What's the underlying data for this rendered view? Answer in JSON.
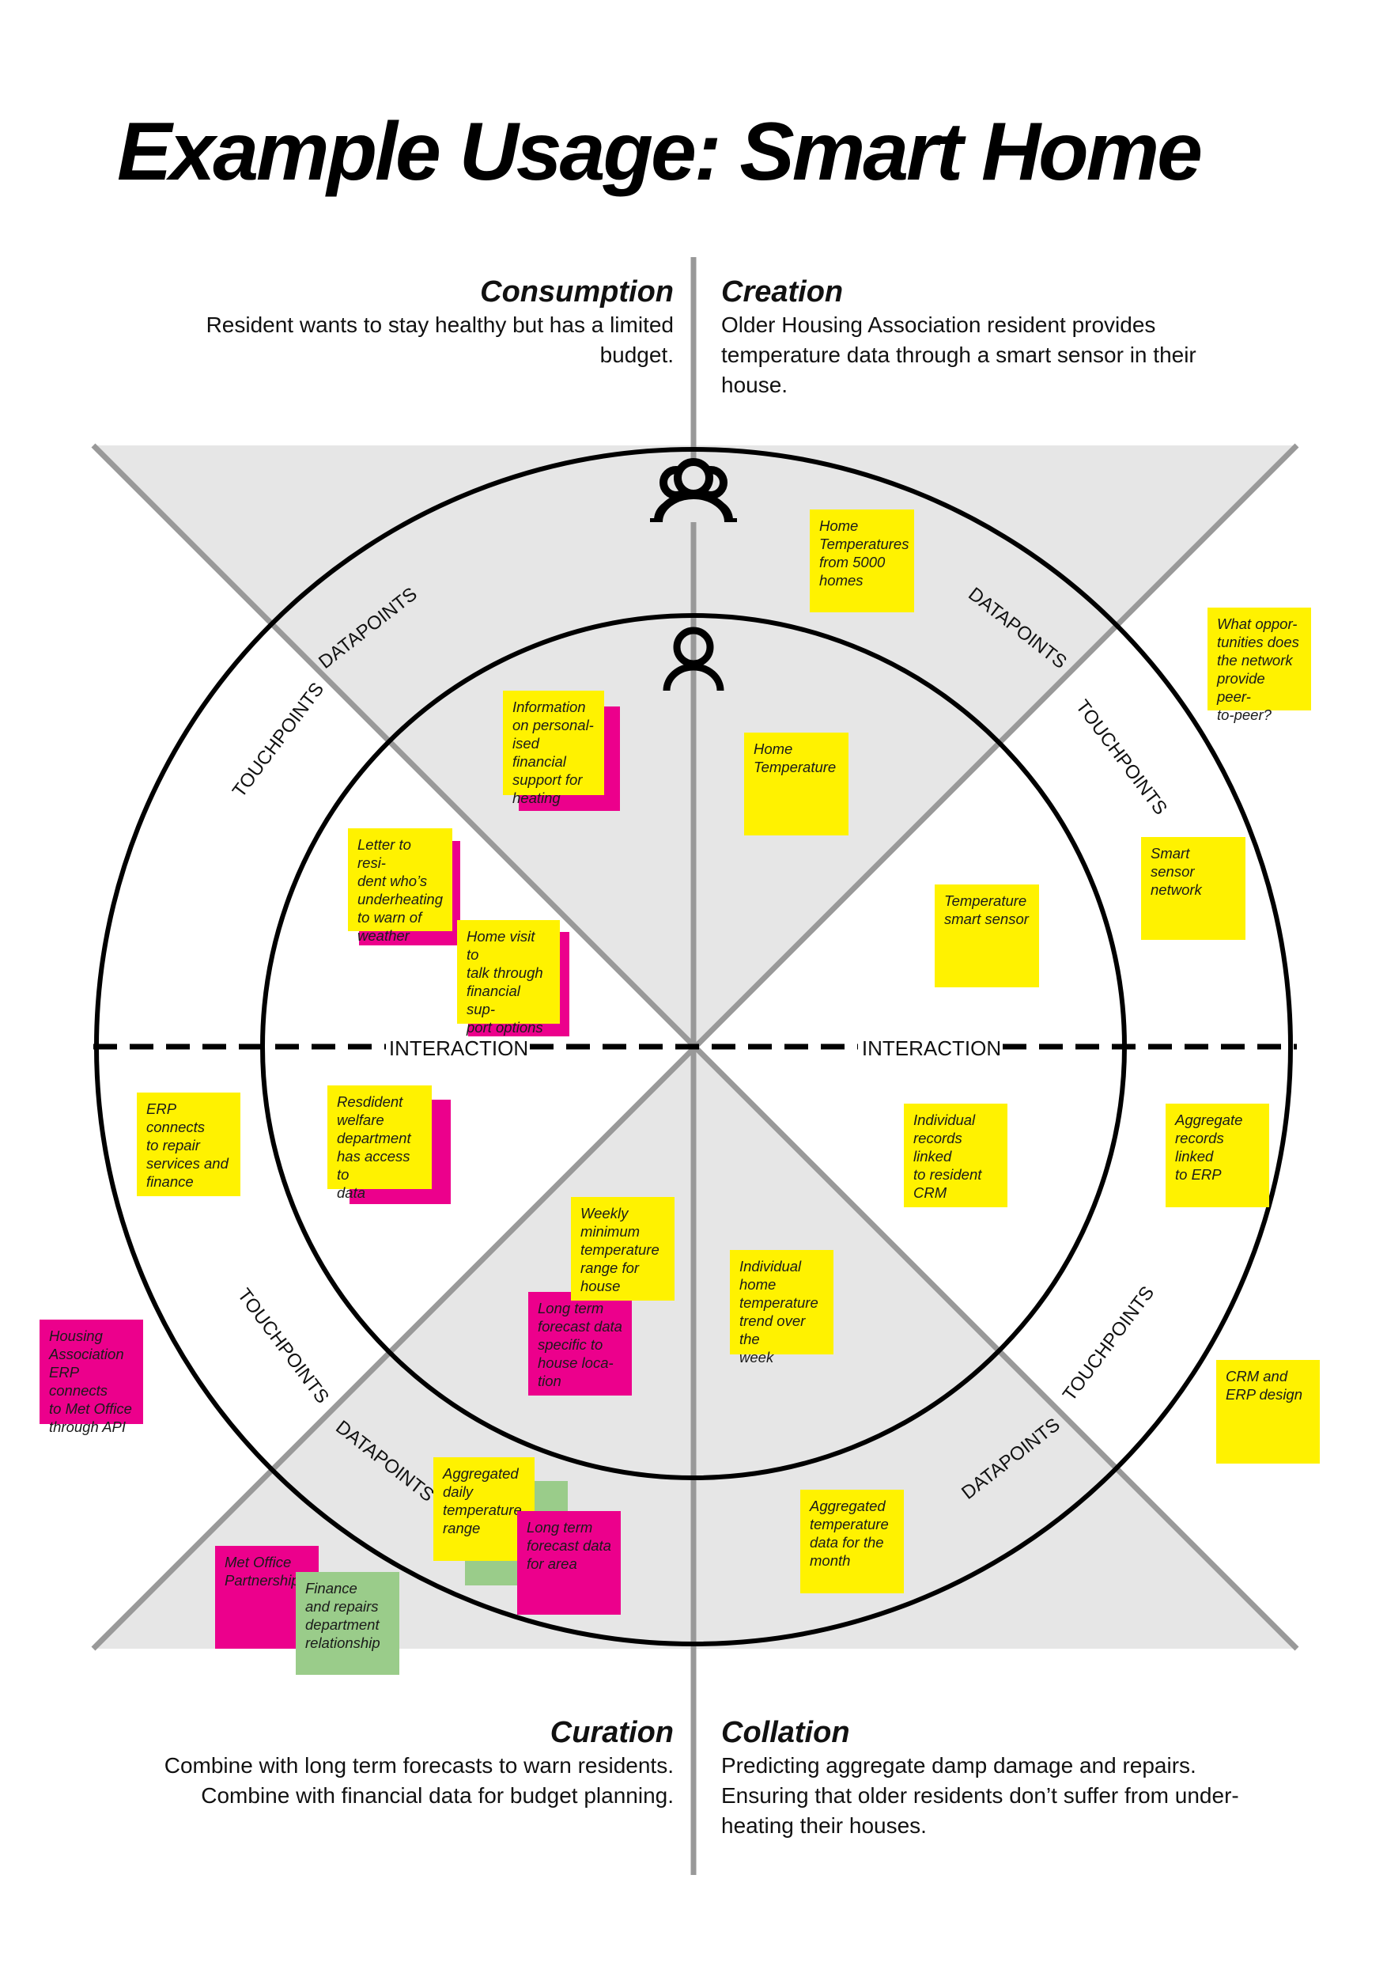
{
  "title": "Example Usage: Smart Home",
  "quadrants": {
    "consumption": {
      "heading": "Consumption",
      "lines": [
        "Resident wants to stay healthy but has a limited",
        "budget."
      ]
    },
    "creation": {
      "heading": "Creation",
      "lines": [
        "Older Housing Association resident provides",
        "temperature data through a smart sensor in their",
        "house."
      ]
    },
    "curation": {
      "heading": "Curation",
      "lines": [
        "Combine with long term forecasts to warn residents.",
        "Combine with financial data for budget planning."
      ]
    },
    "collation": {
      "heading": "Collation",
      "lines": [
        "Predicting aggregate damp damage and repairs.",
        "Ensuring that older residents don’t suffer from under-",
        "heating their houses."
      ]
    }
  },
  "ring_labels": {
    "datapoints": "DATAPOINTS",
    "touchpoints": "TOUCHPOINTS",
    "interaction": "INTERACTION"
  },
  "icons": {
    "group": "group-of-people-icon",
    "person": "single-person-icon"
  },
  "colors": {
    "yellow": "#fff200",
    "pink": "#ec008c",
    "green": "#9acc8a",
    "grey": "#e6e6e6",
    "axis": "#999999"
  },
  "notes": [
    {
      "id": "home-temperatures-5000",
      "color": "yellow",
      "lines": [
        "Home",
        "Temperatures",
        "from 5000",
        "homes"
      ]
    },
    {
      "id": "peer-to-peer-opportunities",
      "color": "yellow",
      "lines": [
        "What oppor-",
        "tunities does",
        "the network",
        "provide peer-",
        "to-peer?"
      ]
    },
    {
      "id": "home-temperature",
      "color": "yellow",
      "lines": [
        "Home",
        "Temperature"
      ]
    },
    {
      "id": "smart-sensor-network",
      "color": "yellow",
      "lines": [
        "Smart sensor",
        "network"
      ]
    },
    {
      "id": "temperature-smart-sensor",
      "color": "yellow",
      "lines": [
        "Temperature",
        "smart sensor"
      ]
    },
    {
      "id": "personalised-financial-support",
      "color": "yellow",
      "lines": [
        "Information",
        "on personal-",
        "ised financial",
        "support for",
        "heating"
      ]
    },
    {
      "id": "letter-to-resident",
      "color": "yellow",
      "lines": [
        "Letter to resi-",
        "dent who’s",
        "underheating",
        "to warn of",
        "weather"
      ]
    },
    {
      "id": "home-visit",
      "color": "yellow",
      "lines": [
        "Home visit to",
        "talk through",
        "financial sup-",
        "port options"
      ]
    },
    {
      "id": "erp-repair-services",
      "color": "yellow",
      "lines": [
        "ERP connects",
        "to repair",
        "services and",
        "finance"
      ]
    },
    {
      "id": "welfare-department",
      "color": "yellow",
      "lines": [
        "Resdident",
        "welfare",
        "department",
        "has access to",
        "data"
      ]
    },
    {
      "id": "individual-records-crm",
      "color": "yellow",
      "lines": [
        "Individual",
        "records linked",
        "to resident",
        "CRM"
      ]
    },
    {
      "id": "aggregate-records-erp",
      "color": "yellow",
      "lines": [
        "Aggregate",
        "records linked",
        "to ERP"
      ]
    },
    {
      "id": "weekly-minimum-temperature",
      "color": "yellow",
      "lines": [
        "Weekly",
        "minimum",
        "temperature",
        "range for",
        "house"
      ]
    },
    {
      "id": "long-term-forecast-house",
      "color": "pink",
      "lines": [
        "Long term",
        "forecast data",
        "specific to",
        "house loca-",
        "tion"
      ]
    },
    {
      "id": "individual-home-trend",
      "color": "yellow",
      "lines": [
        "Individual",
        "home",
        "temperature",
        "trend over the",
        "week"
      ]
    },
    {
      "id": "erp-met-office-api",
      "color": "pink",
      "lines": [
        "Housing",
        "Association",
        "ERP connects",
        "to Met Office",
        "through API"
      ]
    },
    {
      "id": "crm-erp-design",
      "color": "yellow",
      "lines": [
        "CRM and",
        "ERP design"
      ]
    },
    {
      "id": "aggregated-daily-range",
      "color": "yellow",
      "lines": [
        "Aggregated",
        "daily",
        "temperature",
        "range"
      ]
    },
    {
      "id": "long-term-forecast-area",
      "color": "pink",
      "lines": [
        "Long term",
        "forecast data",
        "for area"
      ]
    },
    {
      "id": "aggregated-month",
      "color": "yellow",
      "lines": [
        "Aggregated",
        "temperature",
        "data for the",
        "month"
      ]
    },
    {
      "id": "met-office-partnership",
      "color": "pink",
      "lines": [
        "Met Office",
        "Partnership"
      ]
    },
    {
      "id": "finance-repairs-relationship",
      "color": "green",
      "lines": [
        "Finance",
        "and repairs",
        "department",
        "relationship"
      ]
    }
  ]
}
